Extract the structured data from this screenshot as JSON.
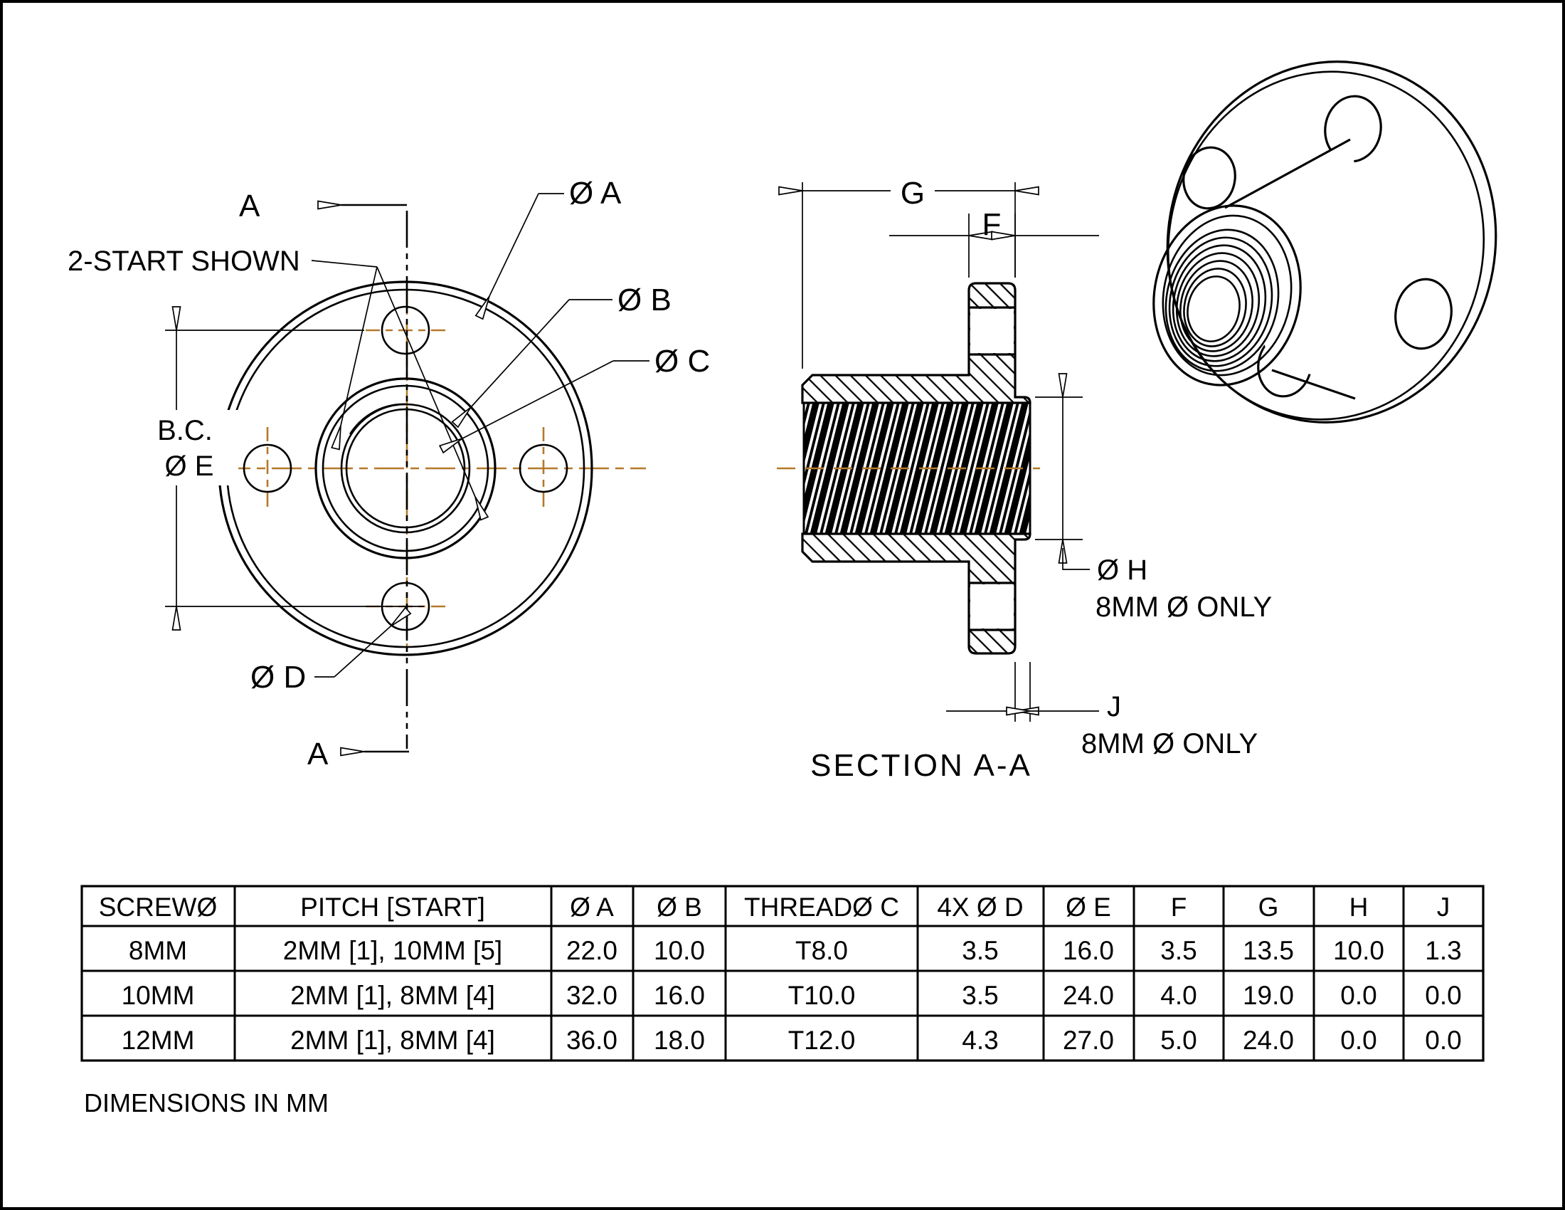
{
  "drawing": {
    "type": "engineering-drawing",
    "part": "flanged lead-screw nut",
    "colors": {
      "line": "#000000",
      "centerline": "#B5792B",
      "background": "#FFFFFF"
    }
  },
  "front_view": {
    "section_arrow_top": "A",
    "section_arrow_bottom": "A",
    "thread_note": "2-START SHOWN",
    "bolt_circle_line1": "B.C.",
    "bolt_circle_line2": "Ø E",
    "dia_a": "Ø A",
    "dia_b": "Ø B",
    "dia_c": "Ø C",
    "dia_d": "Ø D"
  },
  "section_view": {
    "title": "SECTION A-A",
    "dim_g": "G",
    "dim_f": "F",
    "dim_h": "Ø H",
    "dim_h_note": "8MM Ø  ONLY",
    "dim_j": "J",
    "dim_j_note": "8MM Ø  ONLY"
  },
  "table": {
    "headers": [
      "SCREWØ",
      "PITCH [START]",
      "Ø A",
      "Ø B",
      "THREADØ C",
      "4X  Ø D",
      "Ø E",
      "F",
      "G",
      "H",
      "J"
    ],
    "rows": [
      [
        "8MM",
        "2MM [1], 10MM [5]",
        "22.0",
        "10.0",
        "T8.0",
        "3.5",
        "16.0",
        "3.5",
        "13.5",
        "10.0",
        "1.3"
      ],
      [
        "10MM",
        "2MM [1], 8MM [4]",
        "32.0",
        "16.0",
        "T10.0",
        "3.5",
        "24.0",
        "4.0",
        "19.0",
        "0.0",
        "0.0"
      ],
      [
        "12MM",
        "2MM [1], 8MM [4]",
        "36.0",
        "18.0",
        "T12.0",
        "4.3",
        "27.0",
        "5.0",
        "24.0",
        "0.0",
        "0.0"
      ]
    ]
  },
  "footer": {
    "note": "DIMENSIONS IN MM"
  }
}
